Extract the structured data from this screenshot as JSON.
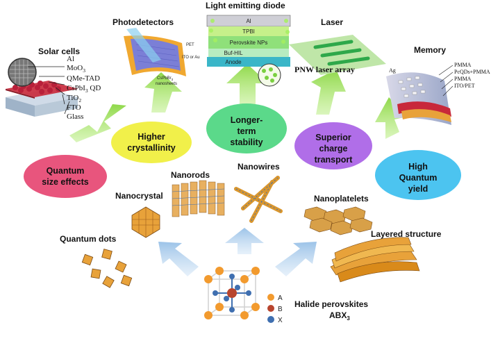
{
  "devices": {
    "solar": {
      "title": "Solar cells",
      "layers": [
        "Al",
        "MoO",
        "QMe-TAD",
        "CsPbI",
        "QD",
        "TiO",
        "FTO",
        "Glass"
      ],
      "sub": [
        "3",
        "3",
        "2"
      ]
    },
    "photodetectors": {
      "title": "Photodetectors",
      "tiny": [
        "PET",
        "ITO or Au",
        "CsPbBr",
        "nanosheets",
        "3"
      ]
    },
    "led": {
      "title": "Light emitting diode",
      "layers": [
        "Al",
        "TPBI",
        "Perovskite NPs",
        "Buf-HIL",
        "Anode"
      ]
    },
    "laser": {
      "title": "Laser",
      "caption": "PNW laser array"
    },
    "memory": {
      "title": "Memory",
      "layers": [
        "PMMA",
        "PcQDs+PMMA",
        "PMMA",
        "ITO/PET"
      ],
      "electrode": "Ag"
    }
  },
  "properties": [
    {
      "key": "quantum_size",
      "lines": [
        "Quantum",
        "size effects"
      ],
      "color": "#e8557d"
    },
    {
      "key": "crystallinity",
      "lines": [
        "Higher",
        "crystallinity"
      ],
      "color": "#f1f04a"
    },
    {
      "key": "stability",
      "lines": [
        "Longer-",
        "term",
        "stability"
      ],
      "color": "#5bd98a"
    },
    {
      "key": "transport",
      "lines": [
        "Superior",
        "charge",
        "transport"
      ],
      "color": "#b06ee8"
    },
    {
      "key": "quantum_yield",
      "lines": [
        "High",
        "Quantum",
        "yield"
      ],
      "color": "#4cc4f0"
    }
  ],
  "morphologies": {
    "quantum_dots": "Quantum dots",
    "nanocrystal": "Nanocrystal",
    "nanorods": "Nanorods",
    "nanowires": "Nanowires",
    "nanoplatelets": "Nanoplatelets",
    "layered": "Layered structure"
  },
  "halide": {
    "title": "Halide perovskites",
    "formula": "ABX",
    "formula_sub": "3",
    "legend": [
      {
        "label": "A",
        "color": "#f29a2e"
      },
      {
        "label": "B",
        "color": "#b8452e"
      },
      {
        "label": "X",
        "color": "#3f6fb0"
      }
    ]
  },
  "colors": {
    "green_arrow": "#9ee05a",
    "blue_arrow": "#b7d3ee",
    "red_layer": "#c8283a",
    "orange": "#e8a23a"
  }
}
